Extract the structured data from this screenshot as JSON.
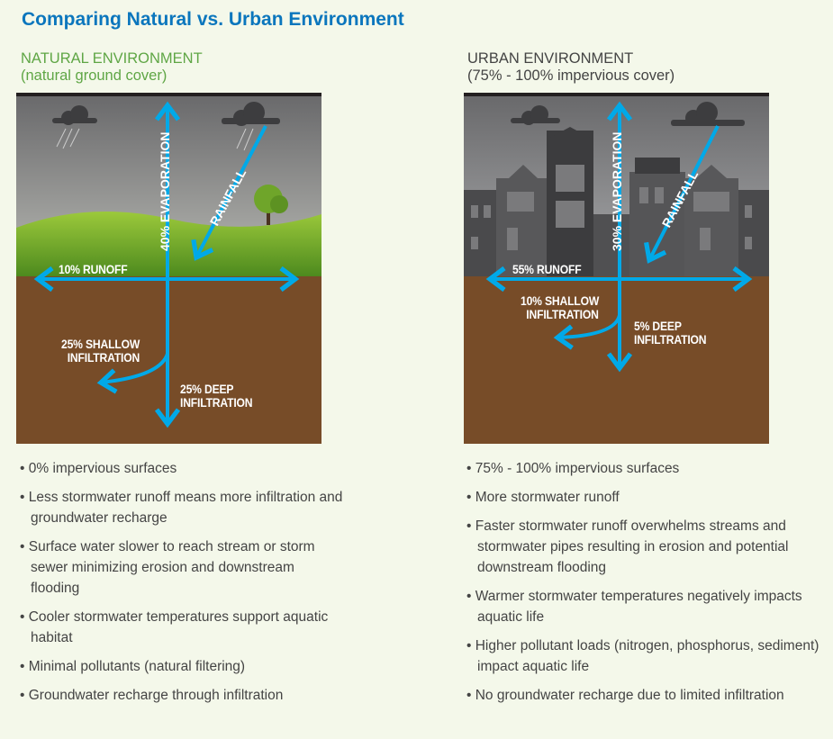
{
  "title": "Comparing Natural vs. Urban Environment",
  "natural": {
    "heading": "NATURAL ENVIRONMENT",
    "subheading": "(natural ground cover)",
    "labels": {
      "runoff": "10% RUNOFF",
      "evaporation": "40% EVAPORATION",
      "rainfall": "RAINFALL",
      "shallow_1": "25% SHALLOW",
      "shallow_2": "INFILTRATION",
      "deep_1": "25% DEEP",
      "deep_2": "INFILTRATION"
    },
    "bullets": [
      "0% impervious surfaces",
      "Less stormwater runoff means more infiltration and groundwater recharge",
      "Surface water slower to reach stream or storm sewer minimizing erosion and downstream flooding",
      "Cooler stormwater temperatures support aquatic habitat",
      "Minimal pollutants (natural filtering)",
      "Groundwater recharge through infiltration"
    ]
  },
  "urban": {
    "heading": "URBAN ENVIRONMENT",
    "subheading": "(75% - 100% impervious cover)",
    "labels": {
      "runoff": "55% RUNOFF",
      "evaporation": "30% EVAPORATION",
      "rainfall": "RAINFALL",
      "shallow_1": "10% SHALLOW",
      "shallow_2": "INFILTRATION",
      "deep_1": "5% DEEP",
      "deep_2": "INFILTRATION"
    },
    "bullets": [
      "75% - 100% impervious surfaces",
      "More stormwater runoff",
      "Faster stormwater runoff overwhelms streams and stormwater pipes resulting in erosion and potential downstream flooding",
      "Warmer stormwater temperatures negatively impacts aquatic life",
      "Higher pollutant loads (nitrogen, phosphorus, sediment) impact aquatic life",
      "No groundwater recharge due to limited infiltration"
    ]
  },
  "colors": {
    "title": "#0b76bd",
    "natural_heading": "#5fa645",
    "arrow": "#00a9e8",
    "soil": "#774c28",
    "sky": "#6f6f71"
  }
}
